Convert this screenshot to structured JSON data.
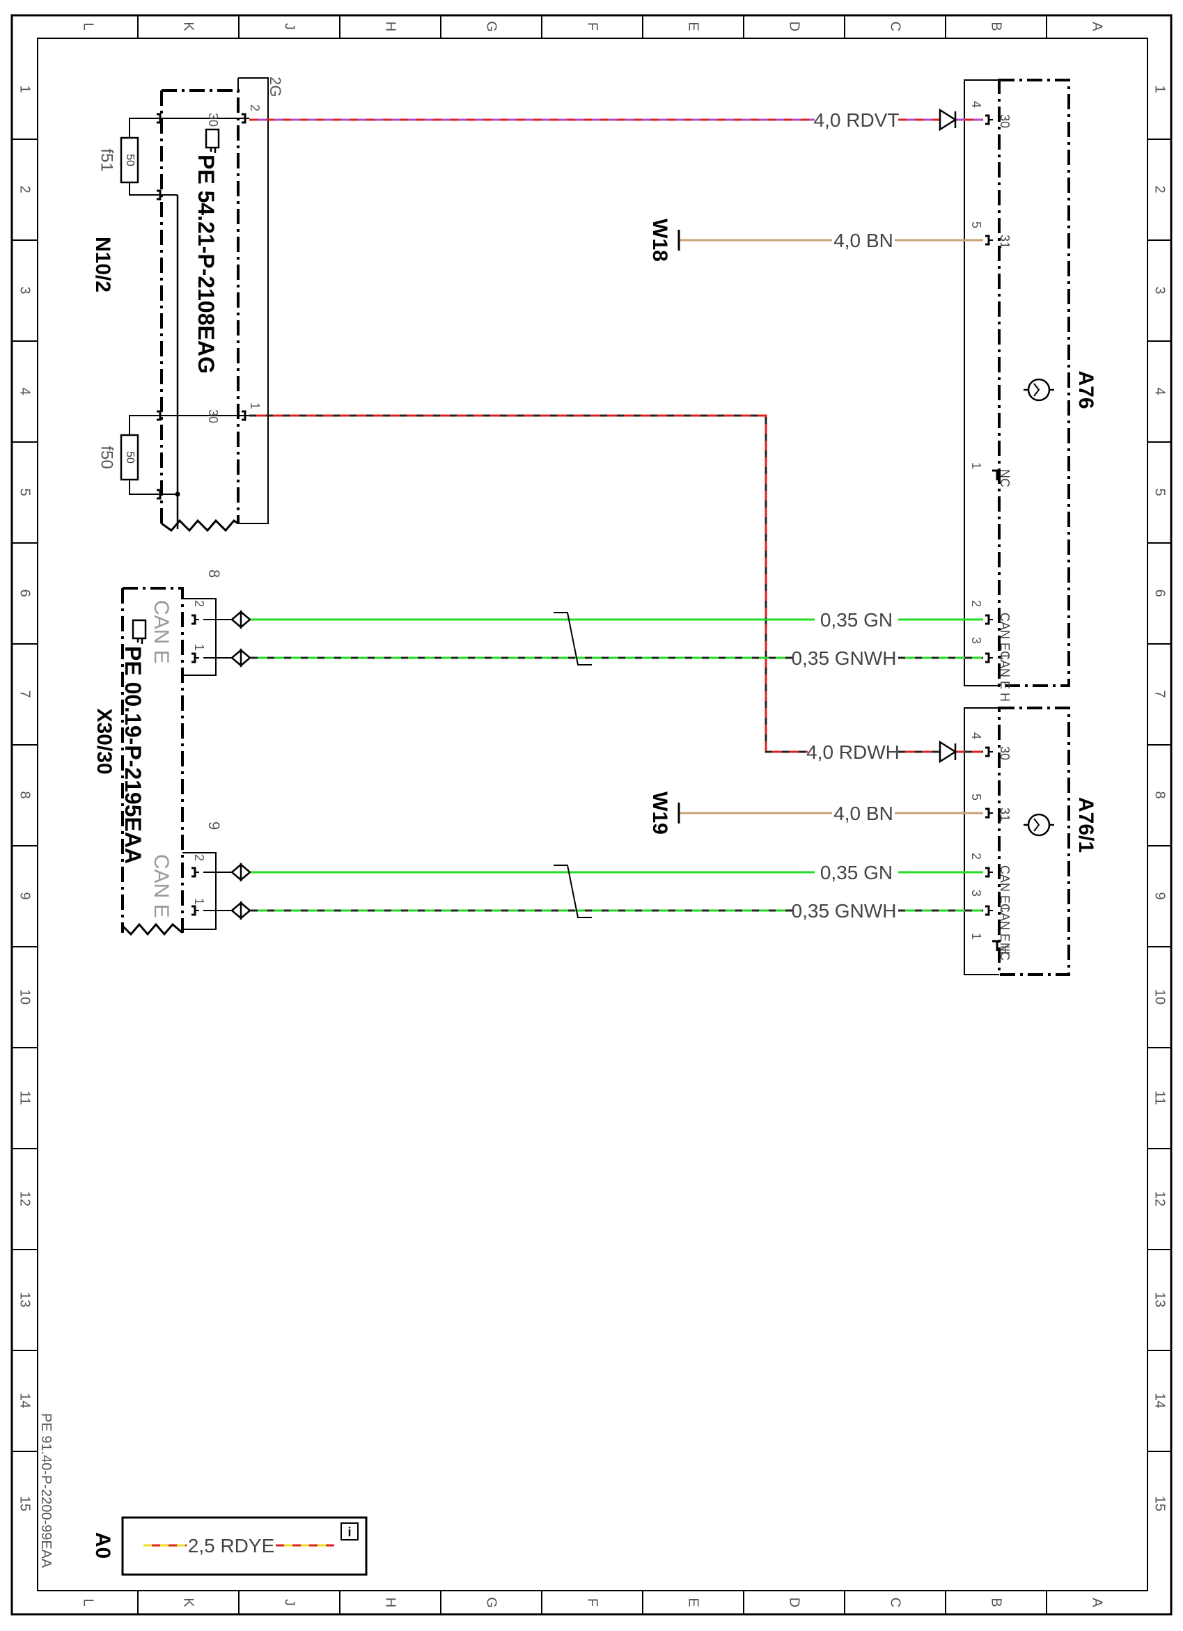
{
  "border": {
    "columns": [
      "L",
      "K",
      "J",
      "H",
      "G",
      "F",
      "E",
      "D",
      "C",
      "B",
      "A"
    ],
    "rows": [
      "1",
      "2",
      "3",
      "4",
      "5",
      "6",
      "7",
      "8",
      "9",
      "10",
      "11",
      "12",
      "13",
      "14",
      "15"
    ]
  },
  "colors": {
    "wire_purple": "#b04ad0",
    "wire_red": "#e02020",
    "wire_brown": "#c8a27a",
    "wire_green": "#22dd22",
    "wire_yellow": "#f0e020",
    "line": "#000000",
    "label_gray": "#555555"
  },
  "components": {
    "n10_2": {
      "name": "N10/2",
      "reference": "PE 54.21-P-2108EAG",
      "connector_label": "2G",
      "fuse_top": {
        "name": "f51",
        "rating": "50"
      },
      "fuse_bottom": {
        "name": "f50",
        "rating": "50"
      },
      "pin_top_inner": "30",
      "pin_top_outer": "2",
      "pin_bottom_inner": "30",
      "pin_bottom_outer": "1"
    },
    "x30_30": {
      "name": "X30/30",
      "reference": "PE 00.19-P-2195EAA",
      "group_top": {
        "connector": "8",
        "bus": "CAN E",
        "pin_l": "2",
        "pin_h": "1"
      },
      "group_bottom": {
        "connector": "9",
        "bus": "CAN E",
        "pin_l": "2",
        "pin_h": "1"
      }
    },
    "a76": {
      "name": "A76",
      "pins": [
        {
          "num": "4",
          "label": "30"
        },
        {
          "num": "5",
          "label": "31"
        },
        {
          "num": "1",
          "label": "NC"
        },
        {
          "num": "2",
          "label": "CAN E L"
        },
        {
          "num": "3",
          "label": "CAN E H"
        }
      ]
    },
    "a76_1": {
      "name": "A76/1",
      "pins": [
        {
          "num": "4",
          "label": "30"
        },
        {
          "num": "5",
          "label": "31"
        },
        {
          "num": "2",
          "label": "CAN E L"
        },
        {
          "num": "3",
          "label": "CAN E H"
        },
        {
          "num": "1",
          "label": "NC"
        }
      ]
    },
    "ground_w18": "W18",
    "ground_w19": "W19"
  },
  "wires": {
    "w1": "4,0 RDVT",
    "w2": "4,0 BN",
    "w3": "0,35 GN",
    "w4": "0,35 GNWH",
    "w5": "4,0 RDWH",
    "w6": "4,0 BN",
    "w7": "0,35 GN",
    "w8": "0,35 GNWH"
  },
  "legend": {
    "wire": "2,5 RDYE",
    "info_icon": "i"
  },
  "footer": {
    "doc_id": "PE 91.40-P-2200-99EAA",
    "sheet_size": "A0"
  }
}
